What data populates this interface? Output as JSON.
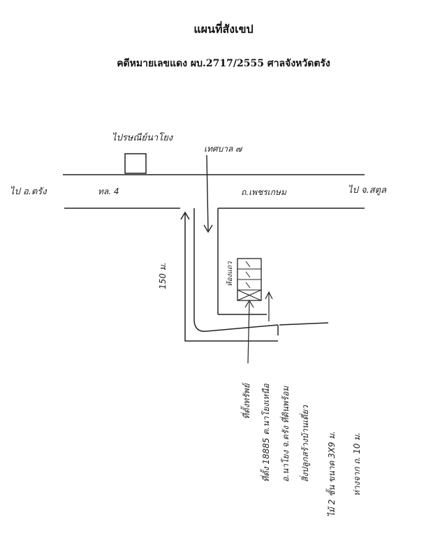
{
  "document": {
    "title": "แผนที่สังเขป",
    "case_number": "คดีหมายเลขแดง ผบ.2717/2555 ศาลจังหวัดตรัง"
  },
  "map": {
    "label_school": "ไปรษณีย์นาโยง",
    "label_to_west": "ไป อ.ตรัง",
    "label_route": "ทล. 4",
    "label_village": "เทศบาล ๗",
    "label_road": "ถ.เพชรเกษม",
    "label_to_east": "ไป จ.สตูล",
    "label_distance": "150 ม.",
    "label_building": "ห้องแถว",
    "label_target": "ที่ตั้งทรัพย์",
    "note_lines": [
      "ที่ตั้ง 18885 ต.นาโยงเหนือ",
      "อ.นาโยง จ.ตรัง ที่ดินพร้อม",
      "สิ่งปลูกสร้างบ้านเดี่ยว",
      "ไม้ 2 ชั้น ขนาด 3X9 ม.",
      "ห่างจาก ถ. 10 ม."
    ]
  }
}
